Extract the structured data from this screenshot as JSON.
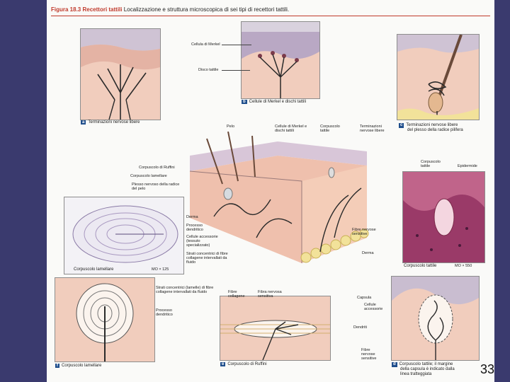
{
  "header": {
    "figure_label": "Figura 18.3",
    "figure_title": "Recettori tattili",
    "figure_description": "Localizzazione e struttura microscopica di sei tipi di recettori tattili."
  },
  "panels": {
    "a": {
      "tag": "a",
      "caption": "Terminazioni nervose libere"
    },
    "b": {
      "tag": "b",
      "caption": "Cellule di Merkel e dischi tattili",
      "labels": [
        "Cellula di Merkel",
        "Disco tattile"
      ]
    },
    "c": {
      "tag": "c",
      "caption_line1": "Terminazioni nervose libere",
      "caption_line2": "del plesso della radice pilifera"
    },
    "d": {
      "tag": "d",
      "caption_line1": "Corpuscolo tattile; il margine",
      "caption_line2": "della capsula è indicato dalla",
      "caption_line3": "linea tratteggiata",
      "labels": [
        "Capsula",
        "Cellule accessorie",
        "Dendriti",
        "Fibre nervose sensitive"
      ]
    },
    "e": {
      "tag": "e",
      "caption": "Corpuscolo di Ruffini",
      "labels": [
        "Fibre collagene",
        "Fibra nervosa sensitiva"
      ]
    },
    "f": {
      "tag": "f",
      "caption": "Corpuscolo lamellare",
      "labels": [
        "Strati concentrici (lamelle) di fibre collagene intervallati da fluido",
        "Processo dendritico"
      ]
    }
  },
  "center": {
    "top_labels": [
      "Pelo",
      "Cellule di Merkel e dischi tattili",
      "Corpuscolo tattile",
      "Terminazioni nervose libere"
    ],
    "left_labels": [
      "Corpuscolo di Ruffini",
      "Corpuscolo lamellare",
      "Plesso nervoso della radice del pelo"
    ],
    "right_labels": [
      "Fibre nervose sensitive",
      "Derma"
    ]
  },
  "micro_left": {
    "caption": "Corpuscolo lamellare",
    "magnification": "MO × 125",
    "labels": [
      "Derma",
      "Processo dendritico",
      "Cellule accessorie (tessuto specializzato)",
      "Strati concentrici di fibre collagene intervallati da fluido"
    ]
  },
  "micro_right": {
    "caption": "Corpuscolo tattile",
    "magnification": "MO × 550",
    "labels": [
      "Corpuscolo tattile",
      "Epidermide"
    ]
  },
  "slide": {
    "page_number": "33"
  },
  "colors": {
    "border": "#3a3a6e",
    "accent": "#c0392b",
    "tag": "#1f4e8c",
    "skin": "#f0c4b0",
    "epidermis": "#b9a8c4"
  }
}
